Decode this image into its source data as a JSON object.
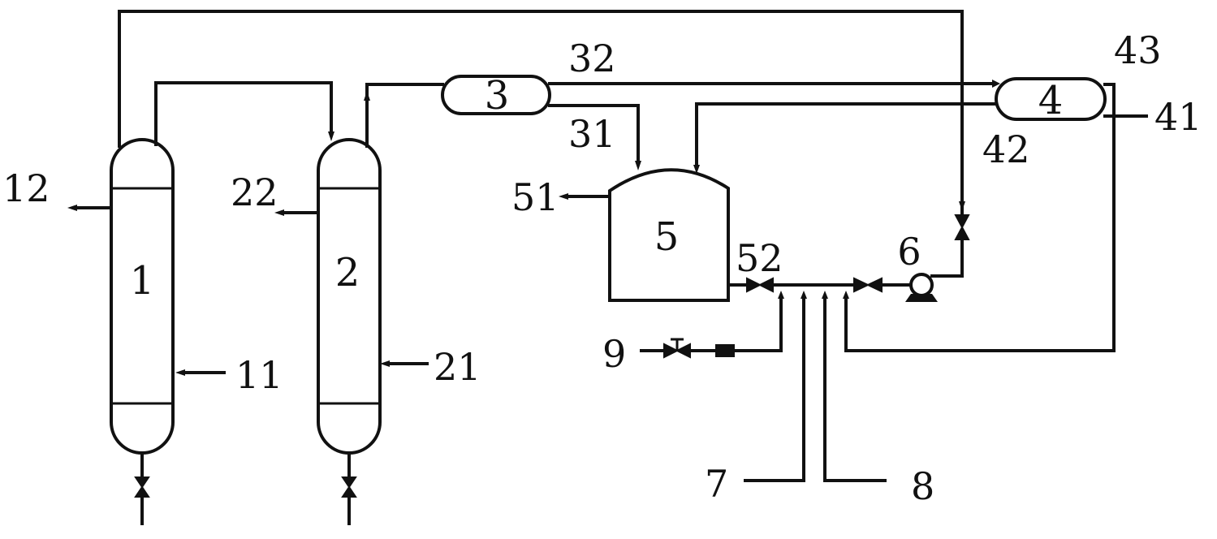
{
  "diagram": {
    "units": [
      {
        "id": "unit-1",
        "label": "1"
      },
      {
        "id": "unit-2",
        "label": "2"
      },
      {
        "id": "unit-3",
        "label": "3"
      },
      {
        "id": "unit-4",
        "label": "4"
      },
      {
        "id": "unit-5",
        "label": "5"
      },
      {
        "id": "unit-6",
        "label": "6"
      }
    ],
    "streams": {
      "s11": "11",
      "s12": "12",
      "s21": "21",
      "s22": "22",
      "s31": "31",
      "s32": "32",
      "s41": "41",
      "s42": "42",
      "s43": "43",
      "s51": "51",
      "s52": "52",
      "s7": "7",
      "s8": "8",
      "s9": "9"
    }
  }
}
